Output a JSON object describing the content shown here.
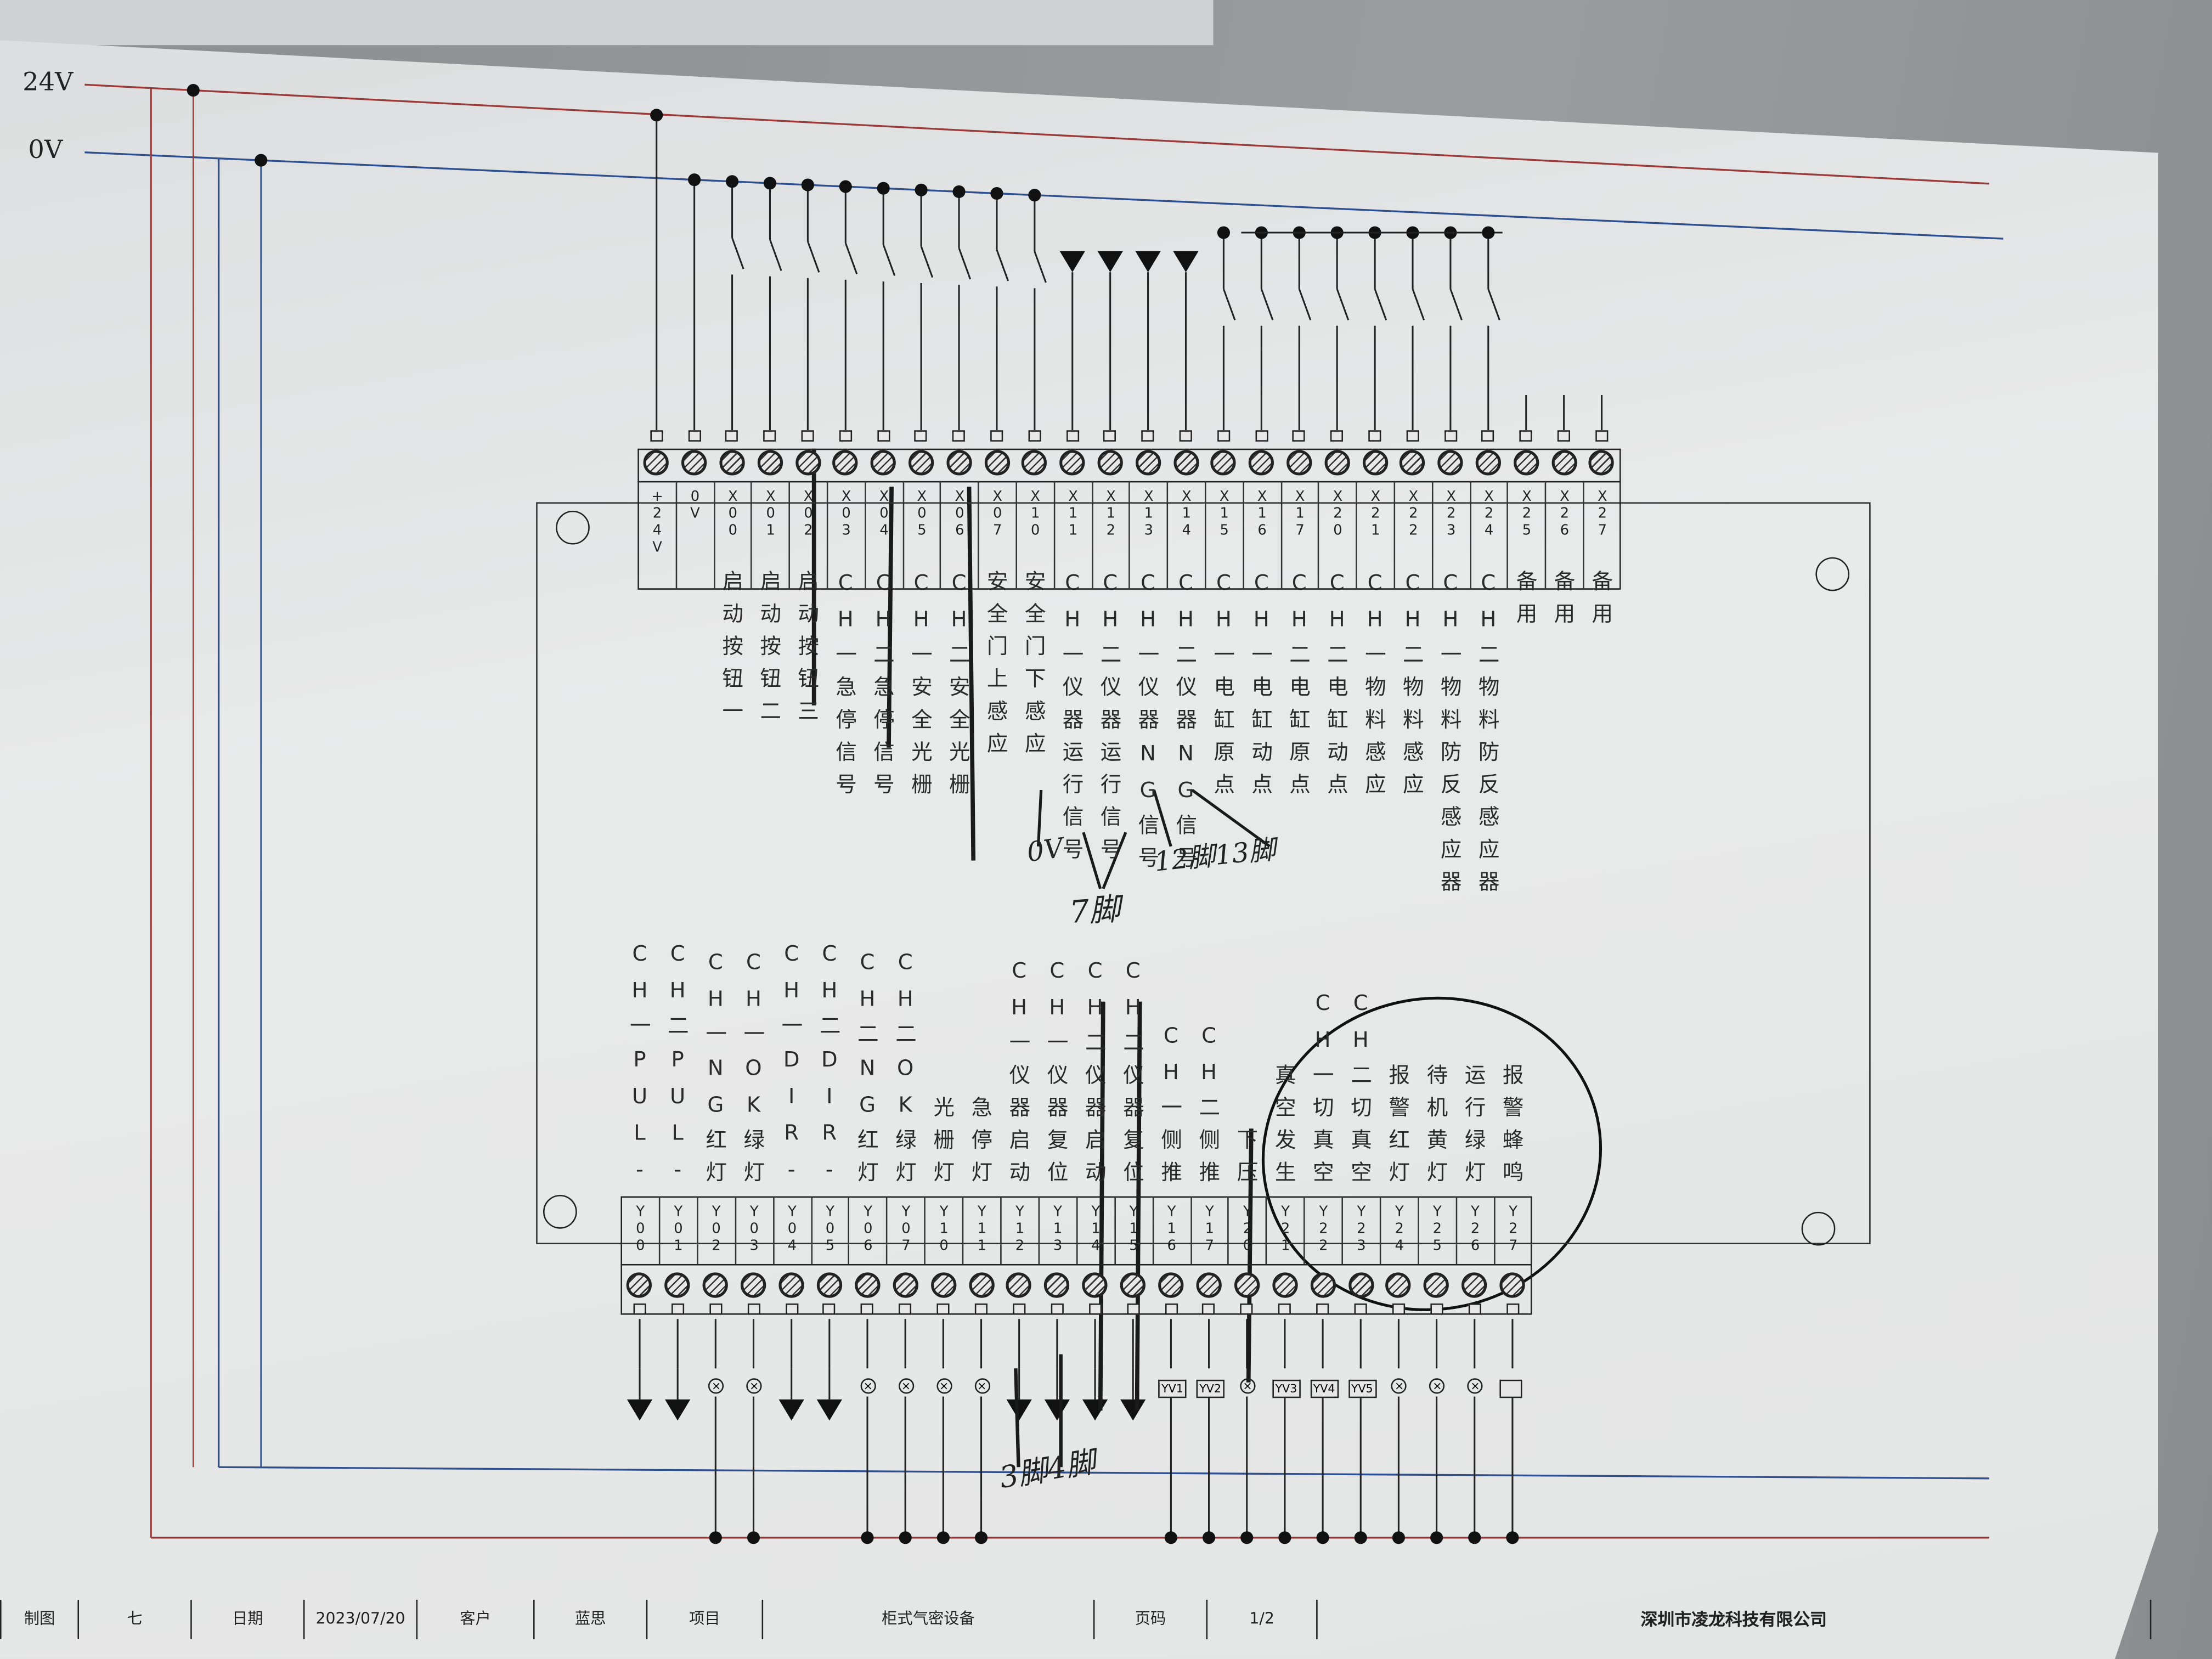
{
  "rails": {
    "v24": "24V",
    "v0": "0V"
  },
  "inputs": [
    {
      "terminal": "+24V",
      "label": ""
    },
    {
      "terminal": "0V",
      "label": ""
    },
    {
      "terminal": "X00",
      "label": "启动按钮一",
      "device": "switch"
    },
    {
      "terminal": "X01",
      "label": "启动按钮二",
      "device": "switch"
    },
    {
      "terminal": "X02",
      "label": "启动按钮三",
      "device": "switch"
    },
    {
      "terminal": "X03",
      "label": "CH一急停信号",
      "device": "switch"
    },
    {
      "terminal": "X04",
      "label": "CH二急停信号",
      "device": "switch"
    },
    {
      "terminal": "X05",
      "label": "CH一安全光栅",
      "device": "switch"
    },
    {
      "terminal": "X06",
      "label": "CH二安全光栅",
      "device": "switch"
    },
    {
      "terminal": "X07",
      "label": "安全门上感应",
      "device": "switch"
    },
    {
      "terminal": "X10",
      "label": "安全门下感应",
      "device": "switch"
    },
    {
      "terminal": "X11",
      "label": "CH一仪器运行信号",
      "device": "sensor"
    },
    {
      "terminal": "X12",
      "label": "CH二仪器运行信号",
      "device": "sensor"
    },
    {
      "terminal": "X13",
      "label": "CH一仪器NG信号",
      "device": "sensor"
    },
    {
      "terminal": "X14",
      "label": "CH二仪器NG信号",
      "device": "sensor"
    },
    {
      "terminal": "X15",
      "label": "CH一电缸原点",
      "device": "switch"
    },
    {
      "terminal": "X16",
      "label": "CH一电缸动点",
      "device": "switch"
    },
    {
      "terminal": "X17",
      "label": "CH二电缸原点",
      "device": "switch"
    },
    {
      "terminal": "X20",
      "label": "CH二电缸动点",
      "device": "switch"
    },
    {
      "terminal": "X21",
      "label": "CH一物料感应",
      "device": "switch"
    },
    {
      "terminal": "X22",
      "label": "CH二物料感应",
      "device": "switch"
    },
    {
      "terminal": "X23",
      "label": "CH一物料防反感应器",
      "device": "switch"
    },
    {
      "terminal": "X24",
      "label": "CH二物料防反感应器",
      "device": "switch"
    },
    {
      "terminal": "X25",
      "label": "备用",
      "device": "none"
    },
    {
      "terminal": "X26",
      "label": "备用",
      "device": "none"
    },
    {
      "terminal": "X27",
      "label": "备用",
      "device": "none"
    }
  ],
  "outputs": [
    {
      "terminal": "Y00",
      "label": "CH一PUL-",
      "load": "arrow"
    },
    {
      "terminal": "Y01",
      "label": "CH二PUL-",
      "load": "arrow"
    },
    {
      "terminal": "Y02",
      "label": "CH一NG红灯",
      "load": "lamp"
    },
    {
      "terminal": "Y03",
      "label": "CH一OK绿灯",
      "load": "lamp"
    },
    {
      "terminal": "Y04",
      "label": "CH一DIR-",
      "load": "arrow"
    },
    {
      "terminal": "Y05",
      "label": "CH二DIR-",
      "load": "arrow"
    },
    {
      "terminal": "Y06",
      "label": "CH二NG红灯",
      "load": "lamp"
    },
    {
      "terminal": "Y07",
      "label": "CH二OK绿灯",
      "load": "lamp"
    },
    {
      "terminal": "Y10",
      "label": "光栅灯",
      "load": "lamp"
    },
    {
      "terminal": "Y11",
      "label": "急停灯",
      "load": "lamp"
    },
    {
      "terminal": "Y12",
      "label": "CH一仪器启动",
      "load": "arrow"
    },
    {
      "terminal": "Y13",
      "label": "CH一仪器复位",
      "load": "arrow"
    },
    {
      "terminal": "Y14",
      "label": "CH二仪器启动",
      "load": "arrow"
    },
    {
      "terminal": "Y15",
      "label": "CH二仪器复位",
      "load": "arrow"
    },
    {
      "terminal": "Y16",
      "label": "CH一侧推",
      "load": "valve",
      "tag": "YV1"
    },
    {
      "terminal": "Y17",
      "label": "CH二侧推",
      "load": "valve",
      "tag": "YV2"
    },
    {
      "terminal": "Y20",
      "label": "下压",
      "load": "lamp"
    },
    {
      "terminal": "Y21",
      "label": "真空发生",
      "load": "valve",
      "tag": "YV3"
    },
    {
      "terminal": "Y22",
      "label": "CH一切真空",
      "load": "valve",
      "tag": "YV4"
    },
    {
      "terminal": "Y23",
      "label": "CH二切真空",
      "load": "valve",
      "tag": "YV5"
    },
    {
      "terminal": "Y24",
      "label": "报警红灯",
      "load": "lamp"
    },
    {
      "terminal": "Y25",
      "label": "待机黄灯",
      "load": "lamp"
    },
    {
      "terminal": "Y26",
      "label": "运行绿灯",
      "load": "lamp"
    },
    {
      "terminal": "Y27",
      "label": "报警蜂鸣",
      "load": "buzzer"
    }
  ],
  "annotations": {
    "x10_note": "0V",
    "x11_x12_note": "7脚",
    "x13_x14_note": "12脚13脚",
    "y12_y15_note": "3脚4脚"
  },
  "title_block": {
    "drawn_by_label": "制图",
    "drawn_by": "七",
    "date_label": "日期",
    "date": "2023/07/20",
    "customer_label": "客户",
    "customer": "蓝思",
    "project_label": "项目",
    "project": "柜式气密设备",
    "page_label": "页码",
    "page": "1/2",
    "company": "深圳市凌龙科技有限公司"
  },
  "colors": {
    "rail_24v": "#9a3a3a",
    "rail_0v": "#2e4f8f",
    "ink": "#222222"
  }
}
